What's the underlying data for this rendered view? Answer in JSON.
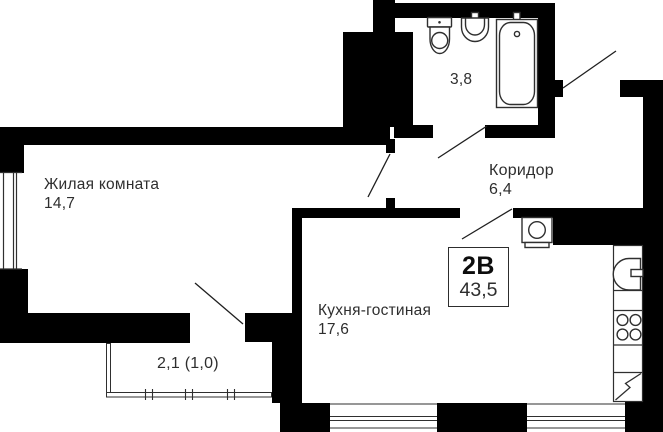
{
  "unit_badge": {
    "code": "2В",
    "total_area": "43,5"
  },
  "rooms": {
    "living_room": {
      "name": "Жилая комната",
      "area": "14,7"
    },
    "bathroom": {
      "area": "3,8"
    },
    "corridor": {
      "name": "Коридор",
      "area": "6,4"
    },
    "kitchen_living": {
      "name": "Кухня-гостиная",
      "area": "17,6"
    },
    "balcony": {
      "area": "2,1 (1,0)"
    }
  },
  "fixtures": [
    "toilet",
    "sink",
    "bathtub",
    "washing-machine",
    "kitchen-sink",
    "stove",
    "fridge",
    "entrance-door",
    "windows",
    "balcony-railing"
  ],
  "colors": {
    "wall": "#000000",
    "line": "#2f2f2f",
    "text": "#2e2e2e",
    "background": "#ffffff"
  }
}
